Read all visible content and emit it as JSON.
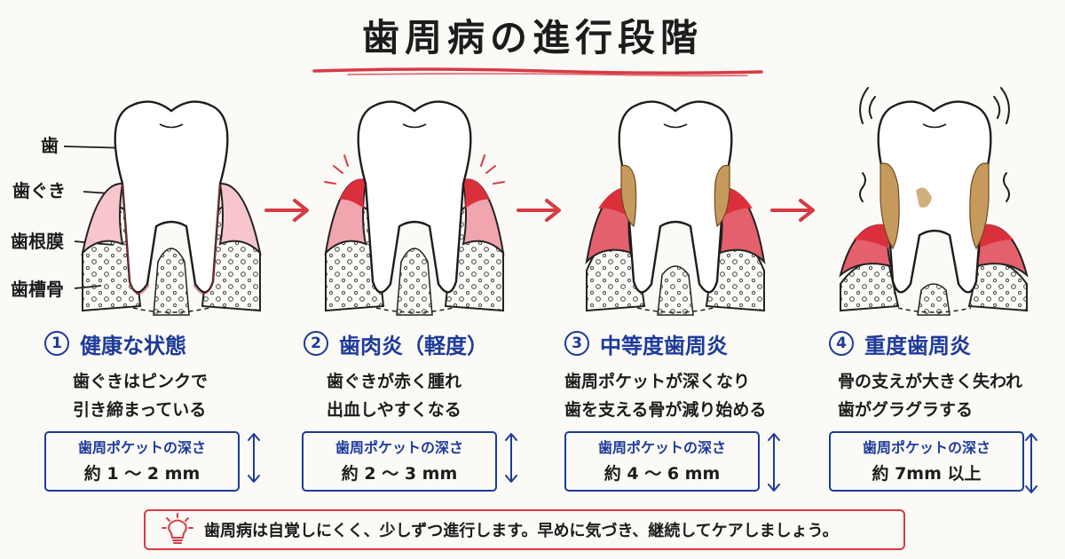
{
  "title": "歯周病の進行段階",
  "labels": {
    "tooth": "歯",
    "gum": "歯ぐき",
    "ligament": "歯根膜",
    "bone": "歯槽骨"
  },
  "stages": [
    {
      "number": "1",
      "title": "健康な状態",
      "desc": [
        "歯ぐきはピンクで",
        "引き締まっている"
      ],
      "pocket_label": "歯周ポケットの深さ",
      "pocket_value": "約 1 〜 2 mm"
    },
    {
      "number": "2",
      "title": "歯肉炎（軽度）",
      "desc": [
        "歯ぐきが赤く腫れ",
        "出血しやすくなる"
      ],
      "pocket_label": "歯周ポケットの深さ",
      "pocket_value": "約 2 〜 3 mm"
    },
    {
      "number": "3",
      "title": "中等度歯周炎",
      "desc": [
        "歯周ポケットが深くなり",
        "歯を支える骨が減り始める"
      ],
      "pocket_label": "歯周ポケットの深さ",
      "pocket_value": "約 4 〜 6 mm"
    },
    {
      "number": "4",
      "title": "重度歯周炎",
      "desc": [
        "骨の支えが大きく失われ",
        "歯がグラグラする"
      ],
      "pocket_label": "歯周ポケットの深さ",
      "pocket_value": "約 7mm 以上"
    }
  ],
  "note": "歯周病は自覚しにくく、少しずつ進行します。早めに気づき、継続してケアしましょう。",
  "colors": {
    "accent_red": "#d63b44",
    "accent_blue": "#1d3a9a",
    "gum_healthy": "#f6c6cc",
    "gum_inflamed": "#dc2f3c",
    "tartar": "#c69a5c"
  },
  "icons": [
    "arrow-right-icon",
    "double-arrow-icon",
    "lightbulb-icon"
  ]
}
